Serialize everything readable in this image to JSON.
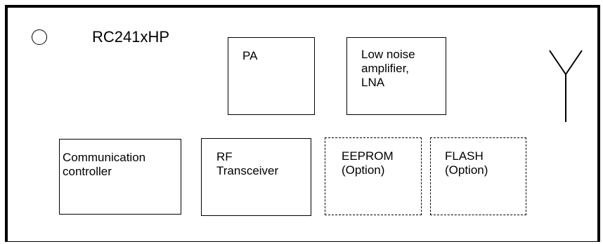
{
  "title": "RC241xHP",
  "blocks": {
    "pa": "PA",
    "lna": "Low noise\namplifier,\nLNA",
    "comm": "Communication\ncontroller",
    "rf": "RF\nTransceiver",
    "eeprom": "EEPROM\n(Option)",
    "flash": "FLASH\n(Option)"
  },
  "icons": {
    "indicator": "circle-icon",
    "antenna": "antenna-icon"
  }
}
